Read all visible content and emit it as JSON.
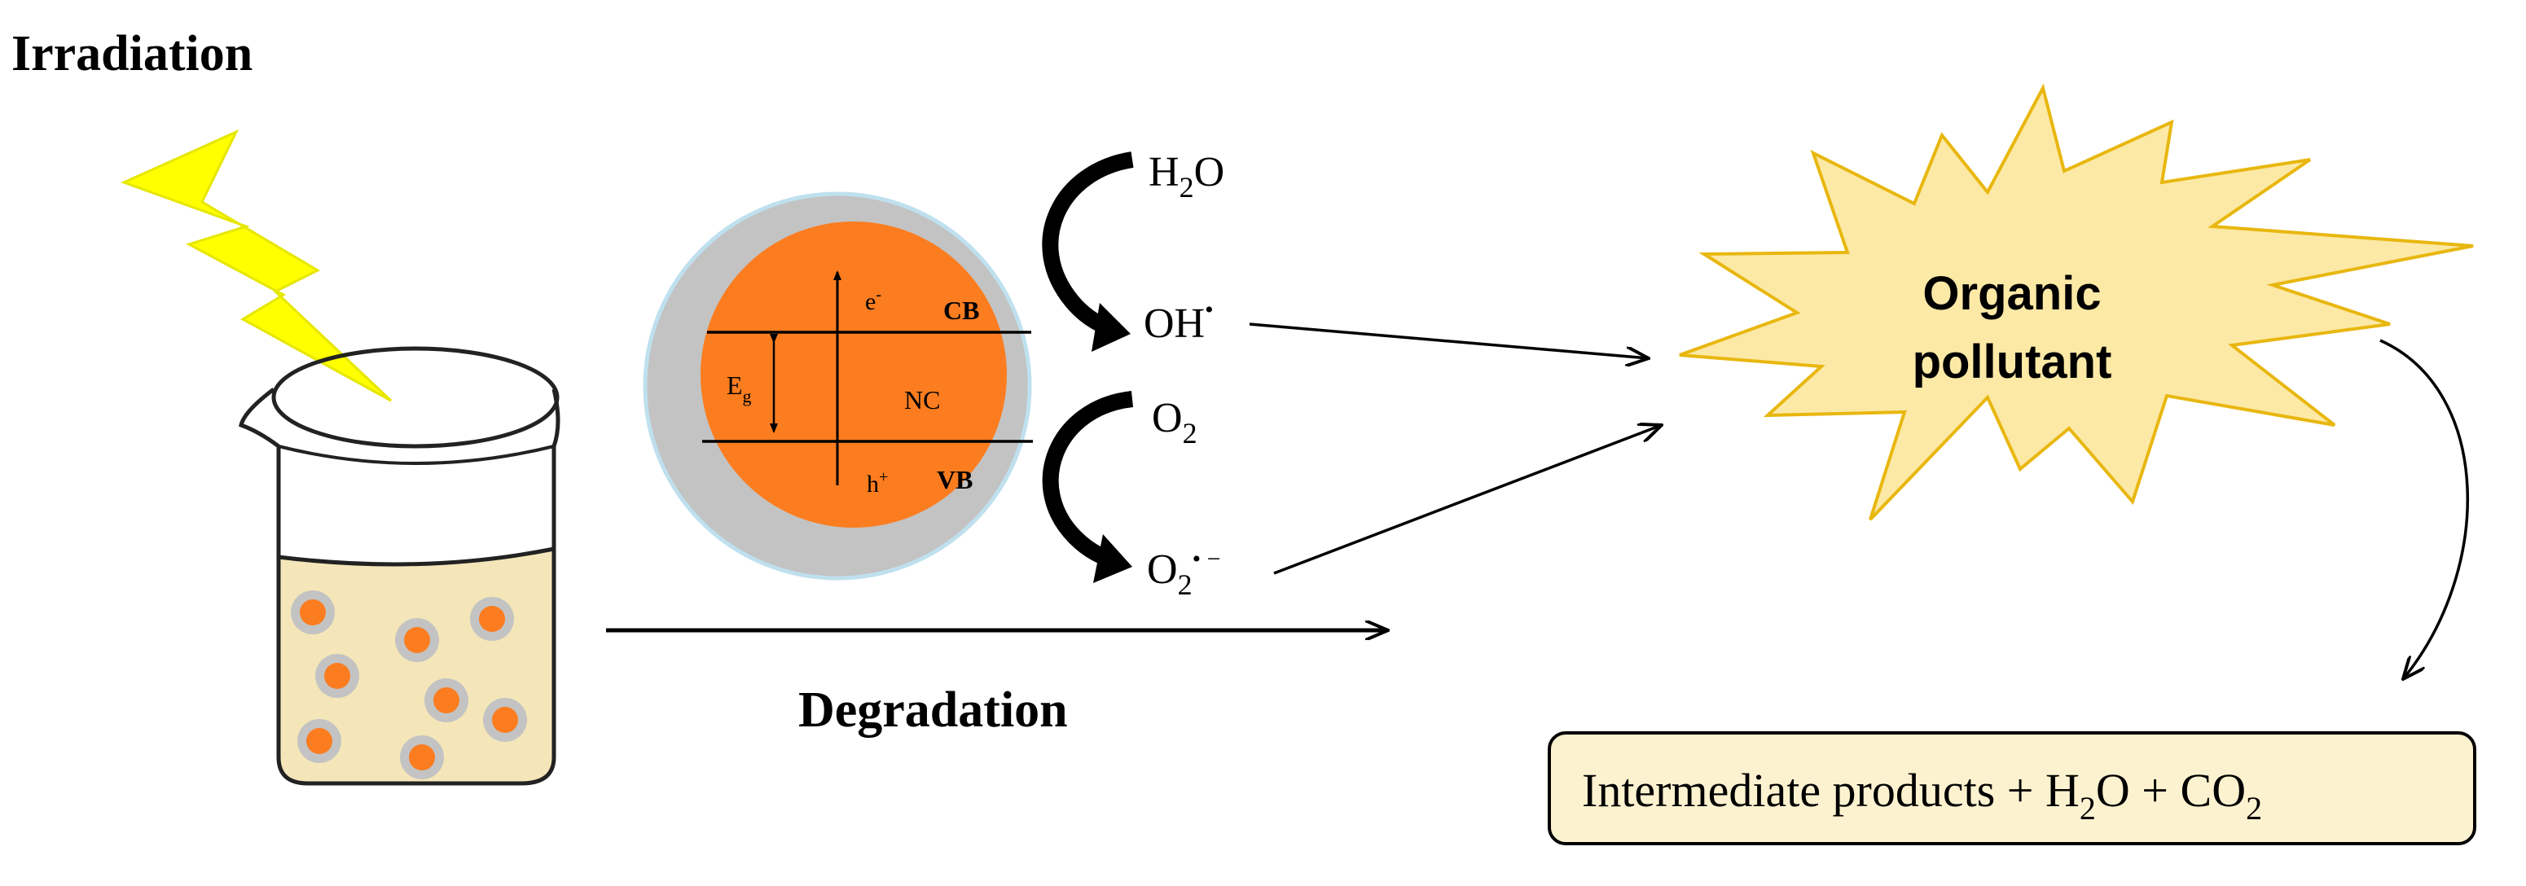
{
  "labels": {
    "irradiation": "Irradiation",
    "degradation": "Degradation",
    "conduction_band": "CB",
    "valence_band": "VB",
    "electron": "e",
    "electron_sup": "-",
    "hole": "h",
    "hole_sup": "+",
    "band_gap": "E",
    "band_gap_sub": "g",
    "nanocomposite": "NC",
    "water": {
      "base": "H",
      "sub": "2",
      "rest": "O"
    },
    "hydroxyl_radical": {
      "base": "OH",
      "sup": "•"
    },
    "oxygen": {
      "base": "O",
      "sub": "2"
    },
    "superoxide": {
      "base": "O",
      "sub": "2",
      "sup": "• −"
    },
    "pollutant_line1": "Organic",
    "pollutant_line2": "pollutant",
    "products": {
      "part1": "Intermediate products + H",
      "sub1": "2",
      "part2": "O + CO",
      "sub2": "2"
    }
  },
  "colors": {
    "core": "#fb7d20",
    "shell": "#c3c3c3",
    "shell_outline": "#bfe0ee",
    "liquid": "#f4e6b9",
    "lightning": "#ffff00",
    "star_fill": "#fde9a6",
    "star_stroke": "#e8b70f",
    "products_box": "#fdf2d0",
    "ink": "#000000"
  },
  "icons": {
    "beaker": "beaker-icon",
    "lightning": "lightning-bolt-icon",
    "nanoparticle": "core-shell-nanoparticle-icon",
    "pollutant": "starburst-icon"
  }
}
